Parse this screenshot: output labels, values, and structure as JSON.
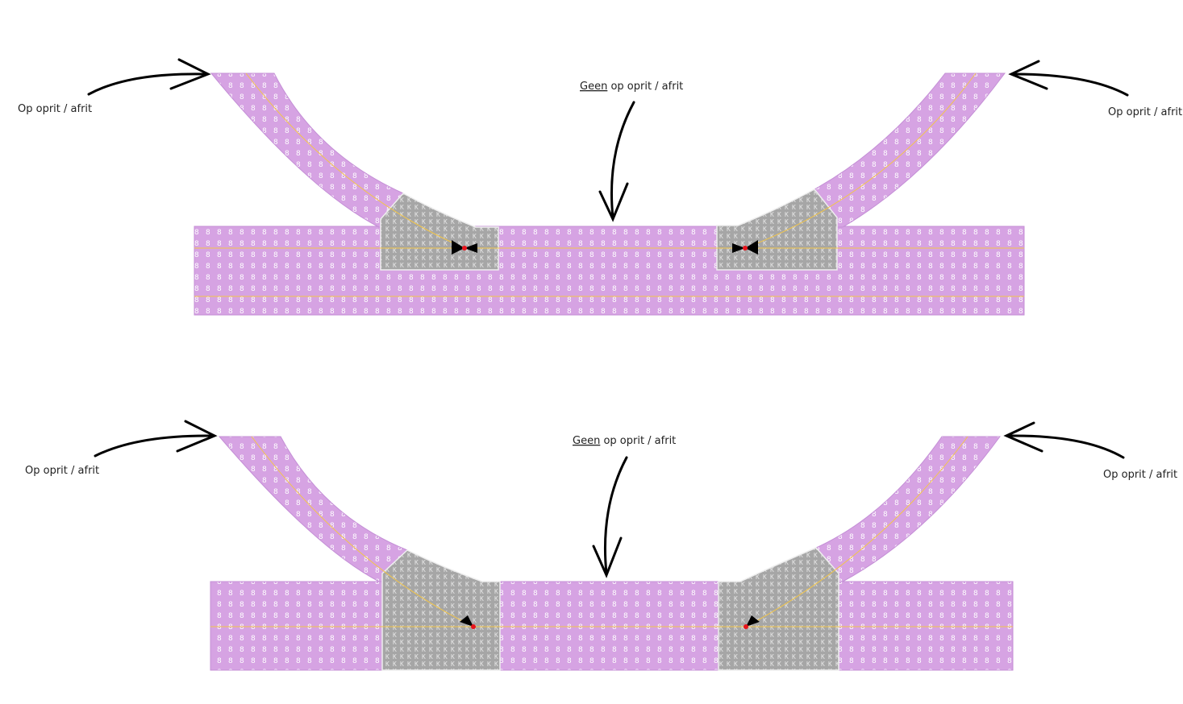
{
  "colors": {
    "road": "#d6a3e3",
    "road_stroke": "#c48fd6",
    "node": "#a6a6a6",
    "node_stroke": "#e8e8e8",
    "lane_line": "#f3c64a",
    "arrow": "#000000",
    "marker_red": "#e8141c"
  },
  "patterns": {
    "road_glyph": "8",
    "node_glyph": "K"
  },
  "diagrams": [
    {
      "labels": {
        "left": "Op oprit / afrit",
        "center_u": "Geen",
        "center_rest": " op oprit / afrit",
        "right": "Op oprit / afrit"
      }
    },
    {
      "labels": {
        "left": "Op oprit / afrit",
        "center_u": "Geen",
        "center_rest": " op oprit / afrit",
        "right": "Op oprit / afrit"
      }
    }
  ]
}
